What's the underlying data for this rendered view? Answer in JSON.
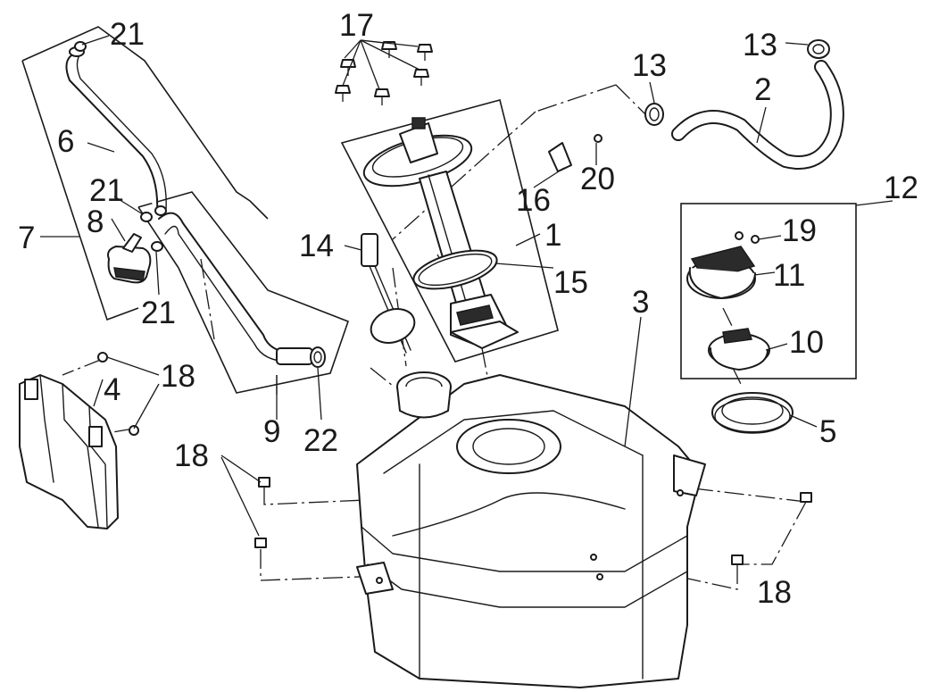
{
  "diagram": {
    "callouts": {
      "c1": "1",
      "c2": "2",
      "c3": "3",
      "c4": "4",
      "c5": "5",
      "c6": "6",
      "c7": "7",
      "c8": "8",
      "c9": "9",
      "c10": "10",
      "c11": "11",
      "c12": "12",
      "c13a": "13",
      "c13b": "13",
      "c14": "14",
      "c15": "15",
      "c16": "16",
      "c17": "17",
      "c18a": "18",
      "c18b": "18",
      "c18c": "18",
      "c19": "19",
      "c20": "20",
      "c21a": "21",
      "c21b": "21",
      "c21c": "21",
      "c22": "22"
    }
  }
}
